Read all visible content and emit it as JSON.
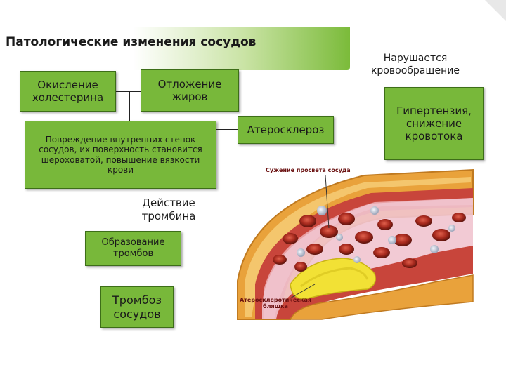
{
  "title": "Патологические изменения сосудов",
  "boxes": {
    "cholesterol": "Окисление холестерина",
    "fats": "Отложение жиров",
    "damage": "Повреждение внутренних стенок сосудов, их поверхность становится шероховатой, повышение вязкости крови",
    "thrombin": "Действие тромбина",
    "clots": "Образование тромбов",
    "thrombosis": "Тромбоз сосудов",
    "atherosclerosis": "Атеросклероз",
    "circulation": "Нарушается кровообращение",
    "hypertension": "Гипертензия, снижение кровотока"
  },
  "illustration": {
    "narrowing_label": "Сужение просвета сосуда",
    "plaque_label": "Атеросклеротическая бляшка"
  },
  "colors": {
    "box_green": "#78b83a",
    "title_green": "#7bbb3a",
    "vessel_outer": "#e9a23b",
    "vessel_inner": "#c8453b",
    "plaque": "#f2e135",
    "blood_cell": "#9e2a1f"
  }
}
